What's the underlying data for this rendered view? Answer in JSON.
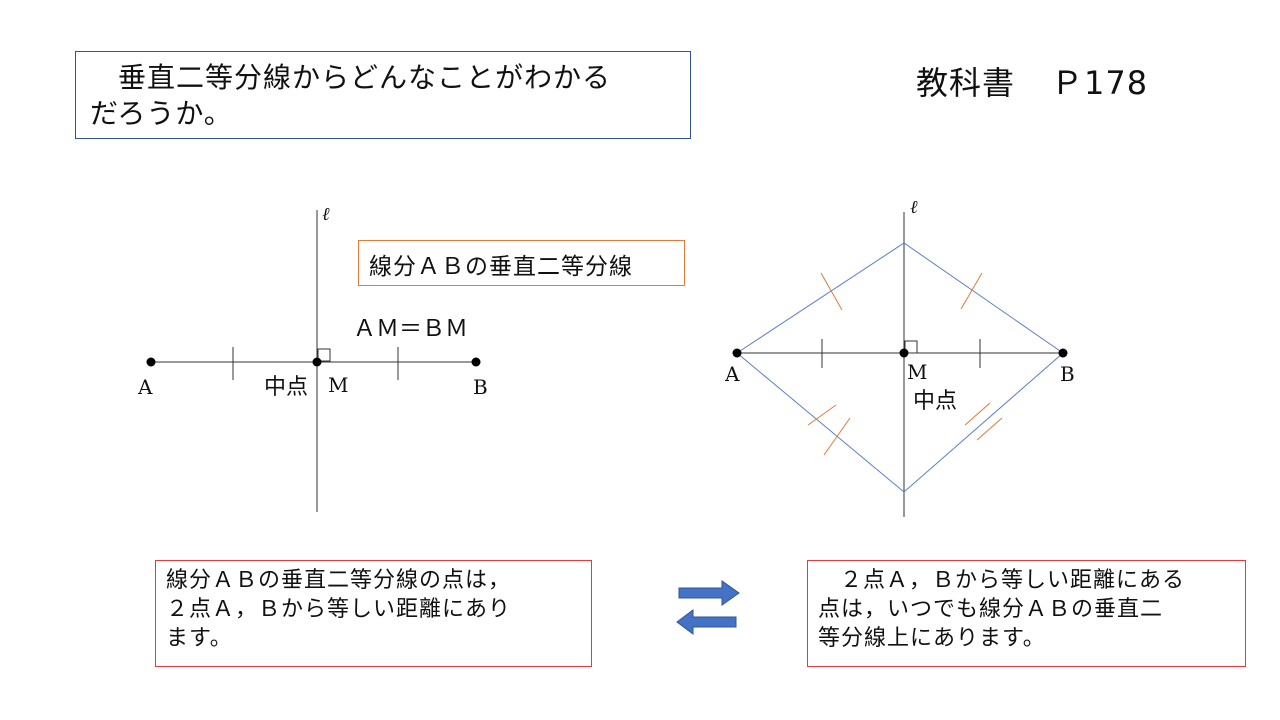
{
  "question": {
    "line1": "垂直二等分線からどんなことがわかる",
    "line2": "だろうか。"
  },
  "textbook_ref": {
    "title": "教科書",
    "page": "Ｐ178"
  },
  "left_figure": {
    "line_label": "ℓ",
    "definition_label": "線分ＡＢの垂直二等分線",
    "equation": "ＡＭ＝ＢＭ",
    "point_a": "A",
    "point_m": "M",
    "point_b": "B",
    "midpoint_label": "中点"
  },
  "right_figure": {
    "line_label": "ℓ",
    "point_a": "A",
    "point_m": "M",
    "point_b": "B",
    "midpoint_label": "中点"
  },
  "statement_left": {
    "line1": "線分ＡＢの垂直二等分線の点は，",
    "line2": "２点Ａ，Ｂから等しい距離にあり",
    "line3": "ます。"
  },
  "statement_right": {
    "line1": "２点Ａ，Ｂから等しい距離にある",
    "line2": "点は，いつでも線分ＡＢの垂直二",
    "line3": "等分線上にあります。"
  },
  "colors": {
    "question_border": "#2f5597",
    "label_border": "#e07b39",
    "statement_border": "#e03c3c",
    "arrow": "#4472c4",
    "rhombus": "#5b7fc7",
    "tick_marks": "#e07b39"
  }
}
